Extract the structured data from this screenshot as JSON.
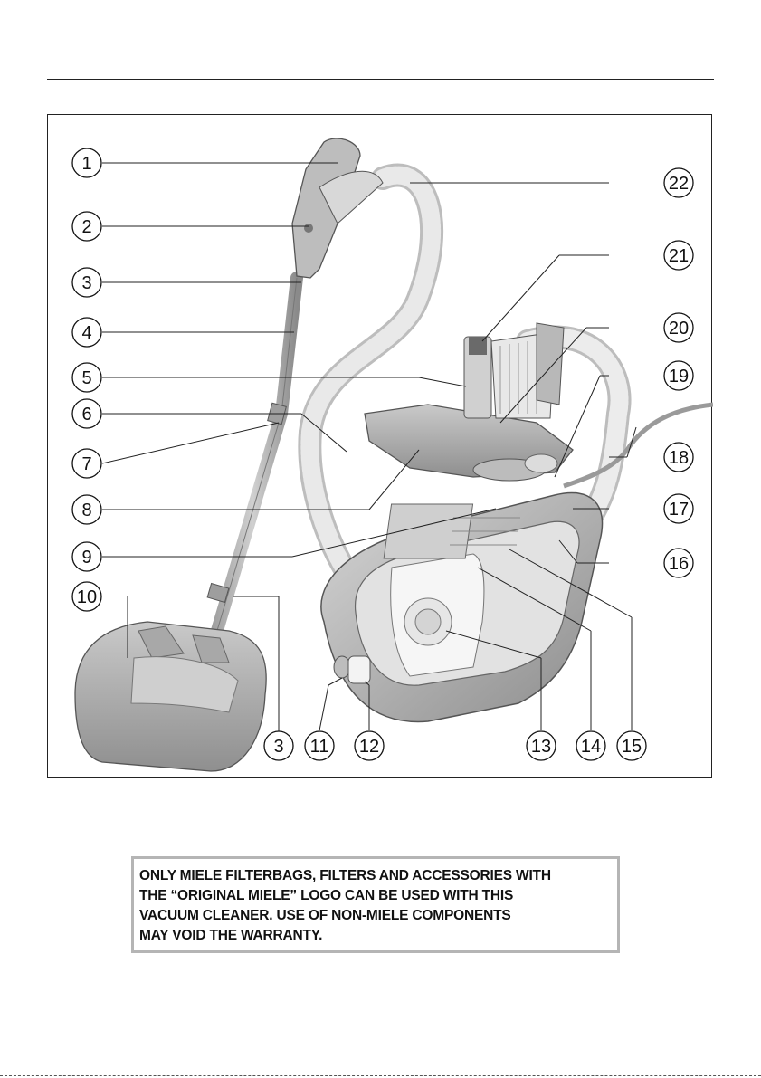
{
  "figure": {
    "callouts": [
      "1",
      "2",
      "3",
      "4",
      "5",
      "6",
      "7",
      "8",
      "9",
      "10",
      "11",
      "12",
      "13",
      "14",
      "15",
      "16",
      "17",
      "18",
      "19",
      "20",
      "21",
      "22"
    ],
    "callout_3b": "3"
  },
  "notice": {
    "lines": [
      "ONLY MIELE FILTERBAGS, FILTERS AND ACCESSORIES WITH",
      "THE “ORIGINAL MIELE” LOGO CAN BE USED WITH THIS",
      "VACUUM CLEANER. USE OF NON-MIELE COMPONENTS",
      "MAY VOID THE WARRANTY."
    ]
  }
}
